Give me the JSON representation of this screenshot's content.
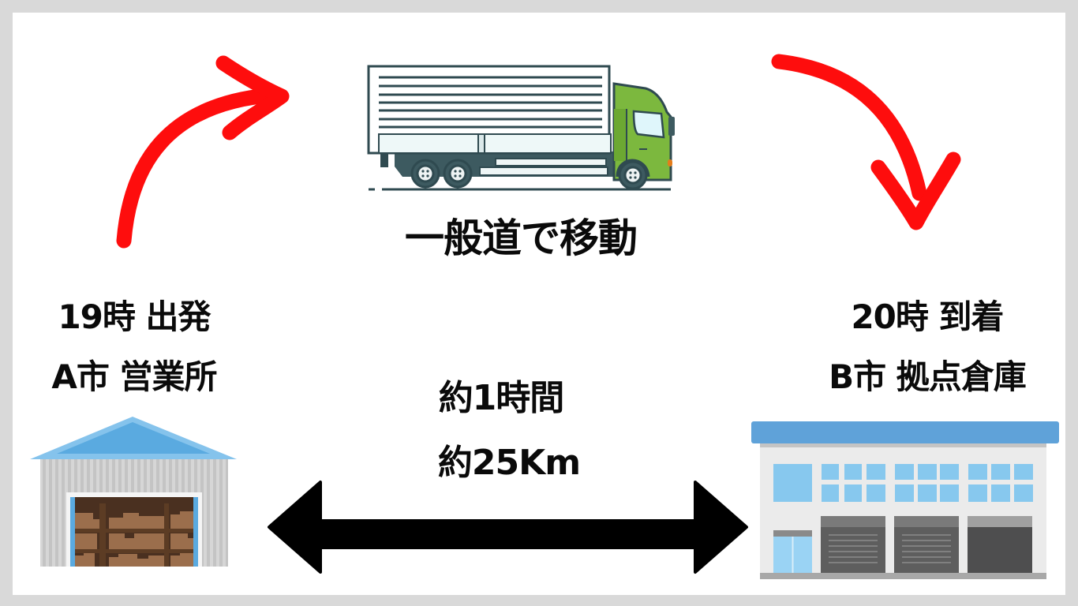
{
  "title": "一般道で移動",
  "origin": {
    "time_label": "19時 出発",
    "place_label": "A市 営業所",
    "icon": "warehouse-icon"
  },
  "destination": {
    "time_label": "20時 到着",
    "place_label": "B市 拠点倉庫",
    "icon": "distribution-center-icon"
  },
  "route": {
    "duration_label": "約1時間",
    "distance_label": "約25Km",
    "icon": "double-headed-arrow-icon"
  },
  "vehicle": {
    "icon": "truck-icon"
  },
  "colors": {
    "arrow_red": "#fe0d0d",
    "arrow_black": "#000000",
    "border_gray": "#d9d9d9",
    "truck_cab_green": "#7cb83e",
    "roof_blue": "#5fa2d9",
    "outline_dark": "#2f4a50"
  }
}
